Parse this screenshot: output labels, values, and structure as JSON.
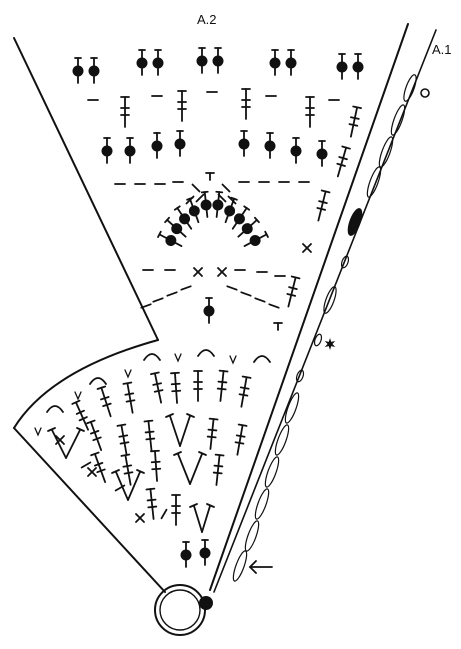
{
  "diagram": {
    "labels": {
      "chart_a2": "A.2",
      "chart_a1": "A.1"
    },
    "colors": {
      "ink": "#111111",
      "background": "#ffffff"
    },
    "symbol_names": [
      "double-crochet",
      "treble-crochet",
      "popcorn-cluster",
      "chain",
      "chain-space",
      "single-crochet",
      "slip-stitch",
      "star-marker",
      "chain-loop-arc",
      "v-stitch",
      "magic-ring",
      "start-arrow"
    ]
  }
}
